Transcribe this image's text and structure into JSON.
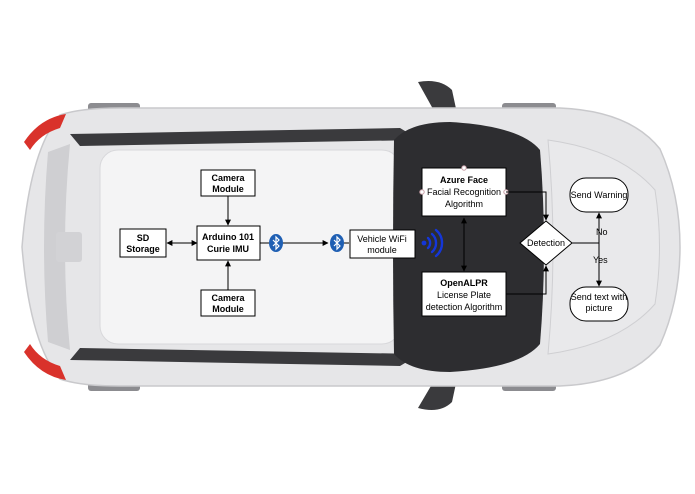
{
  "diagram": {
    "nodes": {
      "camera_top": {
        "lines": [
          "Camera",
          "Module"
        ],
        "bold": true
      },
      "arduino": {
        "lines": [
          "Arduino 101",
          "Curie IMU"
        ],
        "bold": true
      },
      "camera_bottom": {
        "lines": [
          "Camera",
          "Module"
        ],
        "bold": true
      },
      "sd_storage": {
        "lines": [
          "SD",
          "Storage"
        ],
        "bold": true
      },
      "wifi_module": {
        "lines": [
          "Vehicle WiFi",
          "module"
        ],
        "bold": false
      },
      "azure": {
        "lines": [
          "Azure Face",
          "Facial Recognition",
          "Algorithm"
        ],
        "bold_first": true
      },
      "openalpr": {
        "lines": [
          "OpenALPR",
          "License Plate",
          "detection Algorithm"
        ],
        "bold_first": true
      },
      "detection": {
        "lines": [
          "Detection"
        ],
        "bold": false
      },
      "send_warning": {
        "lines": [
          "Send Warning"
        ],
        "bold": false
      },
      "send_text": {
        "lines": [
          "Send text with",
          "picture"
        ],
        "bold": false
      }
    },
    "edge_labels": {
      "no": "No",
      "yes": "Yes"
    },
    "icons": [
      "bluetooth-icon",
      "bluetooth-icon",
      "wifi-signal-icon"
    ],
    "colors": {
      "car_body": "#e6e6e8",
      "car_roof": "#f4f4f5",
      "windshield": "#2d2d30",
      "tail_light": "#d9322b",
      "bluetooth": "#1f5fb3",
      "wifi": "#1436d8"
    }
  }
}
